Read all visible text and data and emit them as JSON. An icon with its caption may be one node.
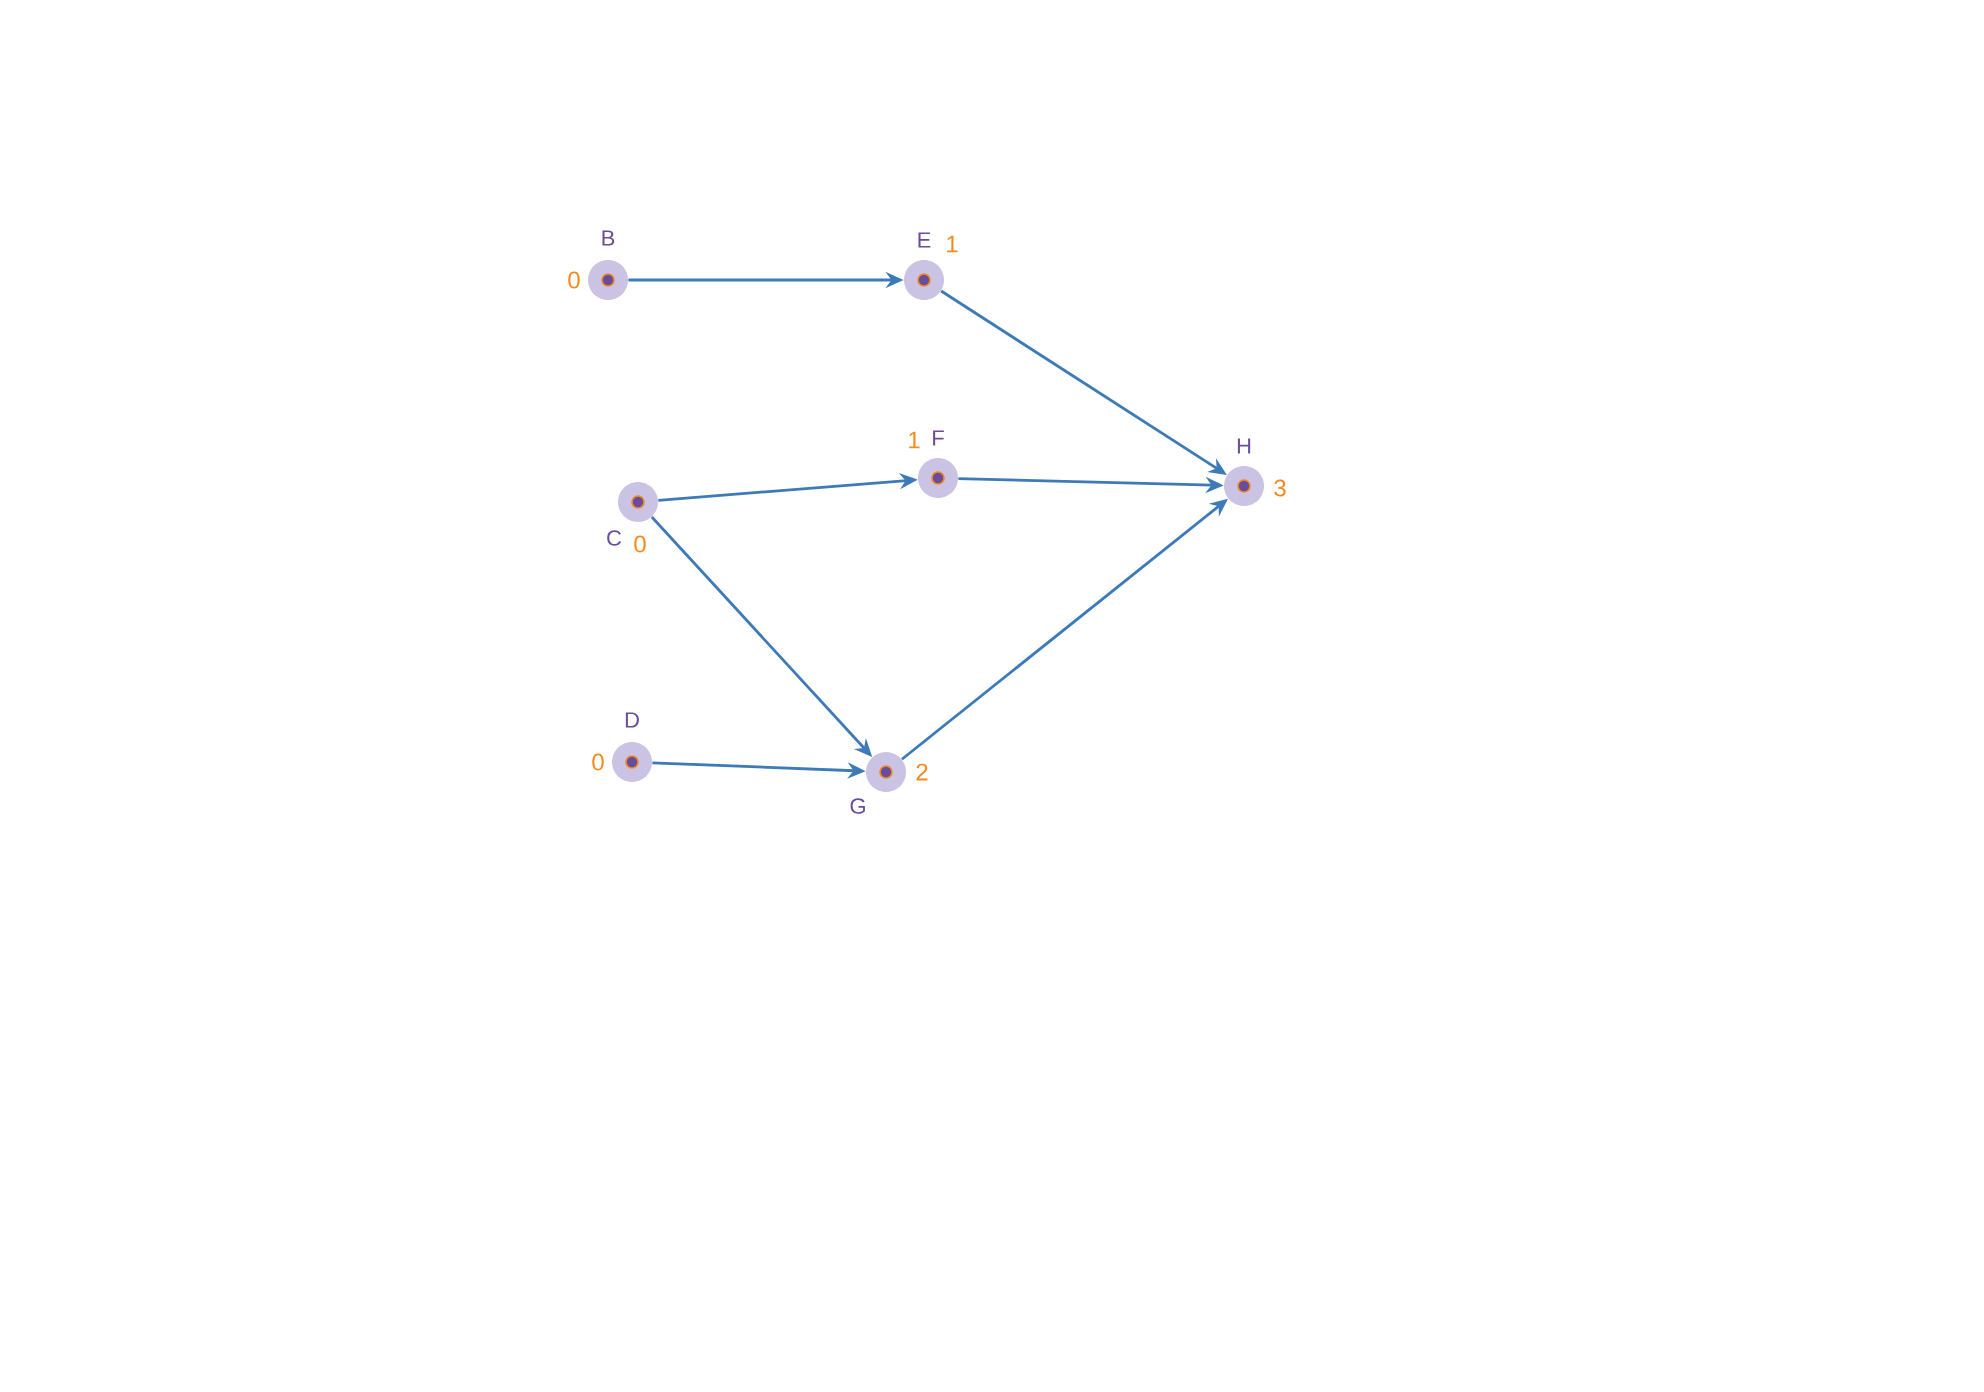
{
  "diagram": {
    "nodes": [
      {
        "text": [
          "B"
        ],
        "beside": [
          "0"
        ]
      },
      {
        "text": [
          "E"
        ],
        "beside": [
          "1"
        ]
      },
      {
        "text": [
          "C"
        ],
        "beside": [
          "0"
        ]
      },
      {
        "text": [
          "F"
        ],
        "beside": [
          "1"
        ]
      },
      {
        "text": [
          "H"
        ],
        "beside": [
          "3"
        ]
      },
      {
        "text": [
          "D"
        ],
        "beside": [
          "0"
        ]
      },
      {
        "text": [
          "G"
        ],
        "beside": [
          "2"
        ]
      }
    ],
    "edges": [
      {
        "from": 0,
        "to": 1,
        "arrow": "to"
      },
      {
        "from": 1,
        "to": 4,
        "arrow": "to"
      },
      {
        "from": 2,
        "to": 3,
        "arrow": "to"
      },
      {
        "from": 3,
        "to": 4,
        "arrow": "to"
      },
      {
        "from": 2,
        "to": 6,
        "arrow": "to"
      },
      {
        "from": 5,
        "to": 6,
        "arrow": "to"
      },
      {
        "from": 6,
        "to": 4,
        "arrow": "to"
      }
    ]
  }
}
